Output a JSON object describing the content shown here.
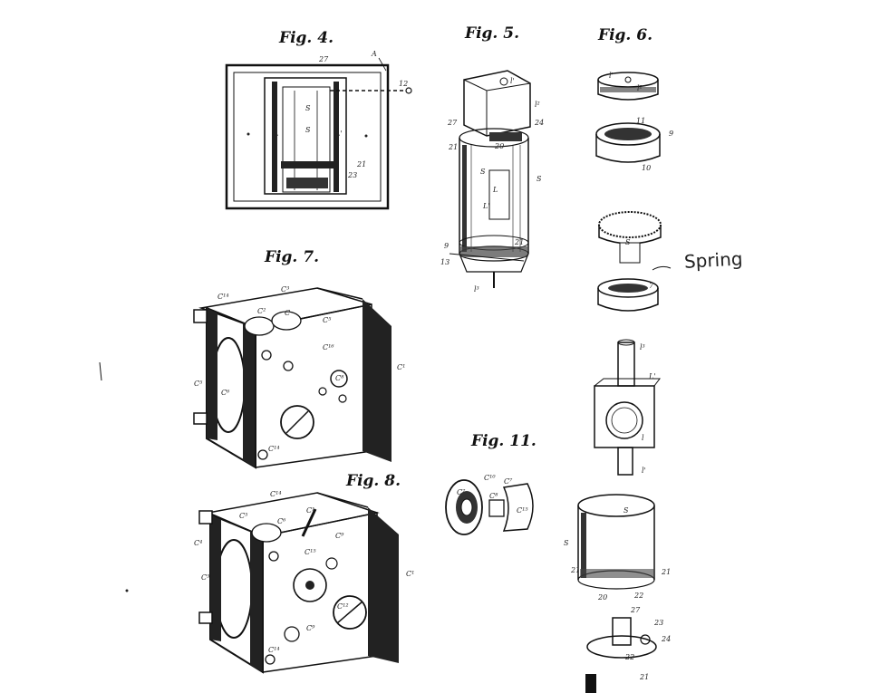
{
  "figures": {
    "fig4": "Fig. 4.",
    "fig5": "Fig. 5.",
    "fig6": "Fig. 6.",
    "fig7": "Fig. 7.",
    "fig8": "Fig. 8.",
    "fig11": "Fig. 11."
  },
  "handwritten_note": "Spring",
  "refs": {
    "f4": [
      "27",
      "A",
      "12",
      "S",
      "L",
      "L'",
      "S",
      "23",
      "21"
    ],
    "f5": [
      "l'",
      "l²",
      "21",
      "24",
      "27",
      "S",
      "S",
      "L",
      "L'",
      "9",
      "13",
      "l³",
      "20",
      "21"
    ],
    "f6": [
      "l'",
      "l²",
      "11",
      "9",
      "10",
      "S",
      "7",
      "l³",
      "L'",
      "l",
      "l'",
      "S",
      "S",
      "21",
      "21",
      "22",
      "20",
      "27",
      "23",
      "24",
      "22",
      "21"
    ],
    "f7": [
      "C¹⁴",
      "C³",
      "C²",
      "C",
      "C⁵",
      "C⁵",
      "C¹⁶",
      "C¹",
      "C⁶",
      "C⁸",
      "C¹⁴"
    ],
    "f8": [
      "C¹⁴",
      "C⁶",
      "C⁵",
      "C¹",
      "C⁴",
      "C⁵",
      "C¹⁵",
      "C⁹",
      "C¹",
      "C¹²",
      "C⁹",
      "C¹⁴"
    ],
    "f11": [
      "C¹⁰",
      "C⁷",
      "C⁷",
      "C⁸",
      "C¹⁵"
    ]
  }
}
